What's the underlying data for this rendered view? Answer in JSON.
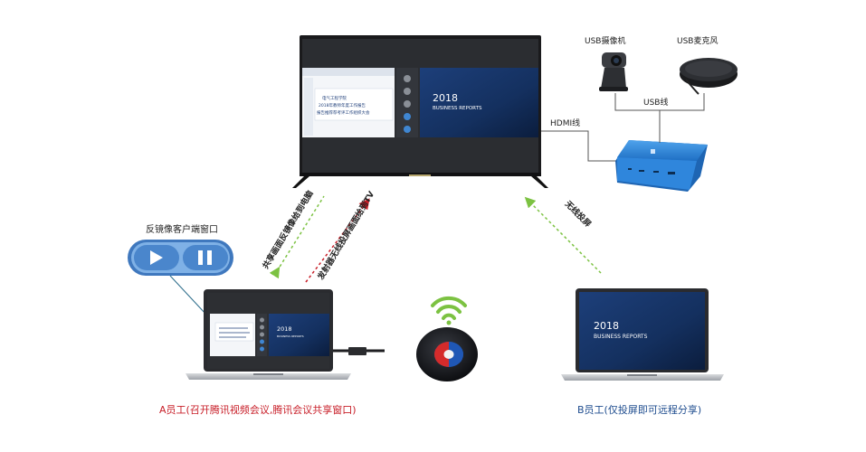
{
  "tv_screen": {
    "year": "2018",
    "subtitle": "BUSINESS REPORTS",
    "doc_line1": "电气工程学院",
    "doc_line2": "2018年教师年度工作报告",
    "doc_line3": "报告推荐荐考评工作组织大会"
  },
  "laptop_a_screen": {
    "year": "2018",
    "subtitle": "BUSINESS REPORTS"
  },
  "laptop_b_screen": {
    "year": "2018",
    "subtitle": "BUSINESS REPORTS"
  },
  "labels": {
    "usb_camera": "USB摄像机",
    "usb_speaker": "USB麦克风",
    "usb_cable": "USB线",
    "hdmi_cable": "HDMI线",
    "wireless_cast": "无线投屏",
    "share_mirror": "共享画面反镜像给到电脑",
    "transmit_cast": "发射器无线投屏画面给到TV",
    "mirror_window": "反镜像客户端窗口",
    "employee_a": "A员工(召开腾讯视频会议,腾讯会议共享窗口)",
    "employee_b": "B员工(仅投屏即可远程分享)"
  },
  "colors": {
    "arrow_green": "#7cc242",
    "arrow_red": "#c81e28",
    "text_red": "#c81e28",
    "text_blue": "#1f4d8f",
    "controls_blue": "#4f86c6",
    "box_blue": "#2b7fd4"
  },
  "icons": {
    "play": "play-icon",
    "pause": "pause-icon",
    "wifi": "wifi-icon"
  }
}
